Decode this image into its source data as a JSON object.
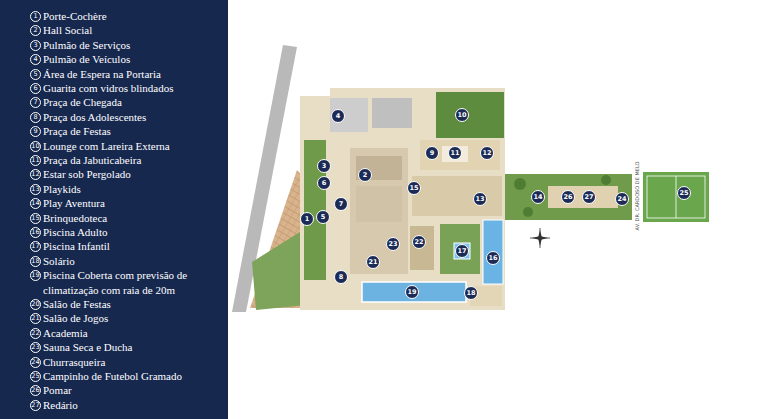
{
  "diagram": {
    "labels": [
      "1",
      "Porte-Cochère",
      "2",
      "Hall Social",
      "3",
      "Pulmão de Serviços",
      "4",
      "Pulmão de Veículos",
      "5",
      "Área de Espera na Portaria",
      "6",
      "Guarita com vidros blindados",
      "7",
      "Praça de Chegada",
      "8",
      "Praça dos Adolescentes",
      "9",
      "Praça de Festas",
      "10",
      "Lounge com Lareira Externa",
      "11",
      "Praça da Jabuticabeira",
      "12",
      "Estar sob Pergolado",
      "13",
      "Playkids",
      "14",
      "Play Aventura",
      "15",
      "Brinquedoteca",
      "16",
      "Piscina Adulto",
      "17",
      "Piscina Infantil",
      "18",
      "Solário",
      "19",
      "Piscina Coberta com previsão de climatização com raia de 20m",
      "20",
      "Salão de Festas",
      "21",
      "Salão de Jogos",
      "22",
      "Academia",
      "23",
      "Sauna Seca e Ducha",
      "24",
      "Churrasqueira",
      "25",
      "Campinho de Futebol Gramado",
      "26",
      "Pomar",
      "27",
      "Redário",
      "1",
      "2",
      "3",
      "4",
      "5",
      "6",
      "7",
      "8",
      "9",
      "10",
      "11",
      "12",
      "13",
      "14",
      "15",
      "16",
      "17",
      "18",
      "19",
      "21",
      "22",
      "23",
      "24",
      "25",
      "26",
      "27",
      "AV. DR. CARDOSO DE MELO"
    ]
  }
}
